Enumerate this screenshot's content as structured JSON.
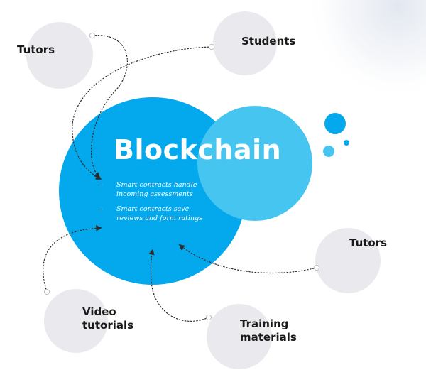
{
  "colors": {
    "primary_blue": "#03a9ec",
    "light_blue": "#47c5f1",
    "gray_circle": "#eae9ee",
    "connector": "#2b2b2b",
    "text_dark": "#1a1a1a",
    "text_light": "#ffffff"
  },
  "center": {
    "title": "Blockchain",
    "bullets": [
      "Smart contracts handle incoming assessments",
      "Smart contracts save reviews and form ratings"
    ]
  },
  "nodes": {
    "tutors_left": "Tutors",
    "students": "Students",
    "tutors_right": "Tutors",
    "video_tutorials": [
      "Video",
      "tutorials"
    ],
    "training_materials": [
      "Training",
      "materials"
    ]
  }
}
